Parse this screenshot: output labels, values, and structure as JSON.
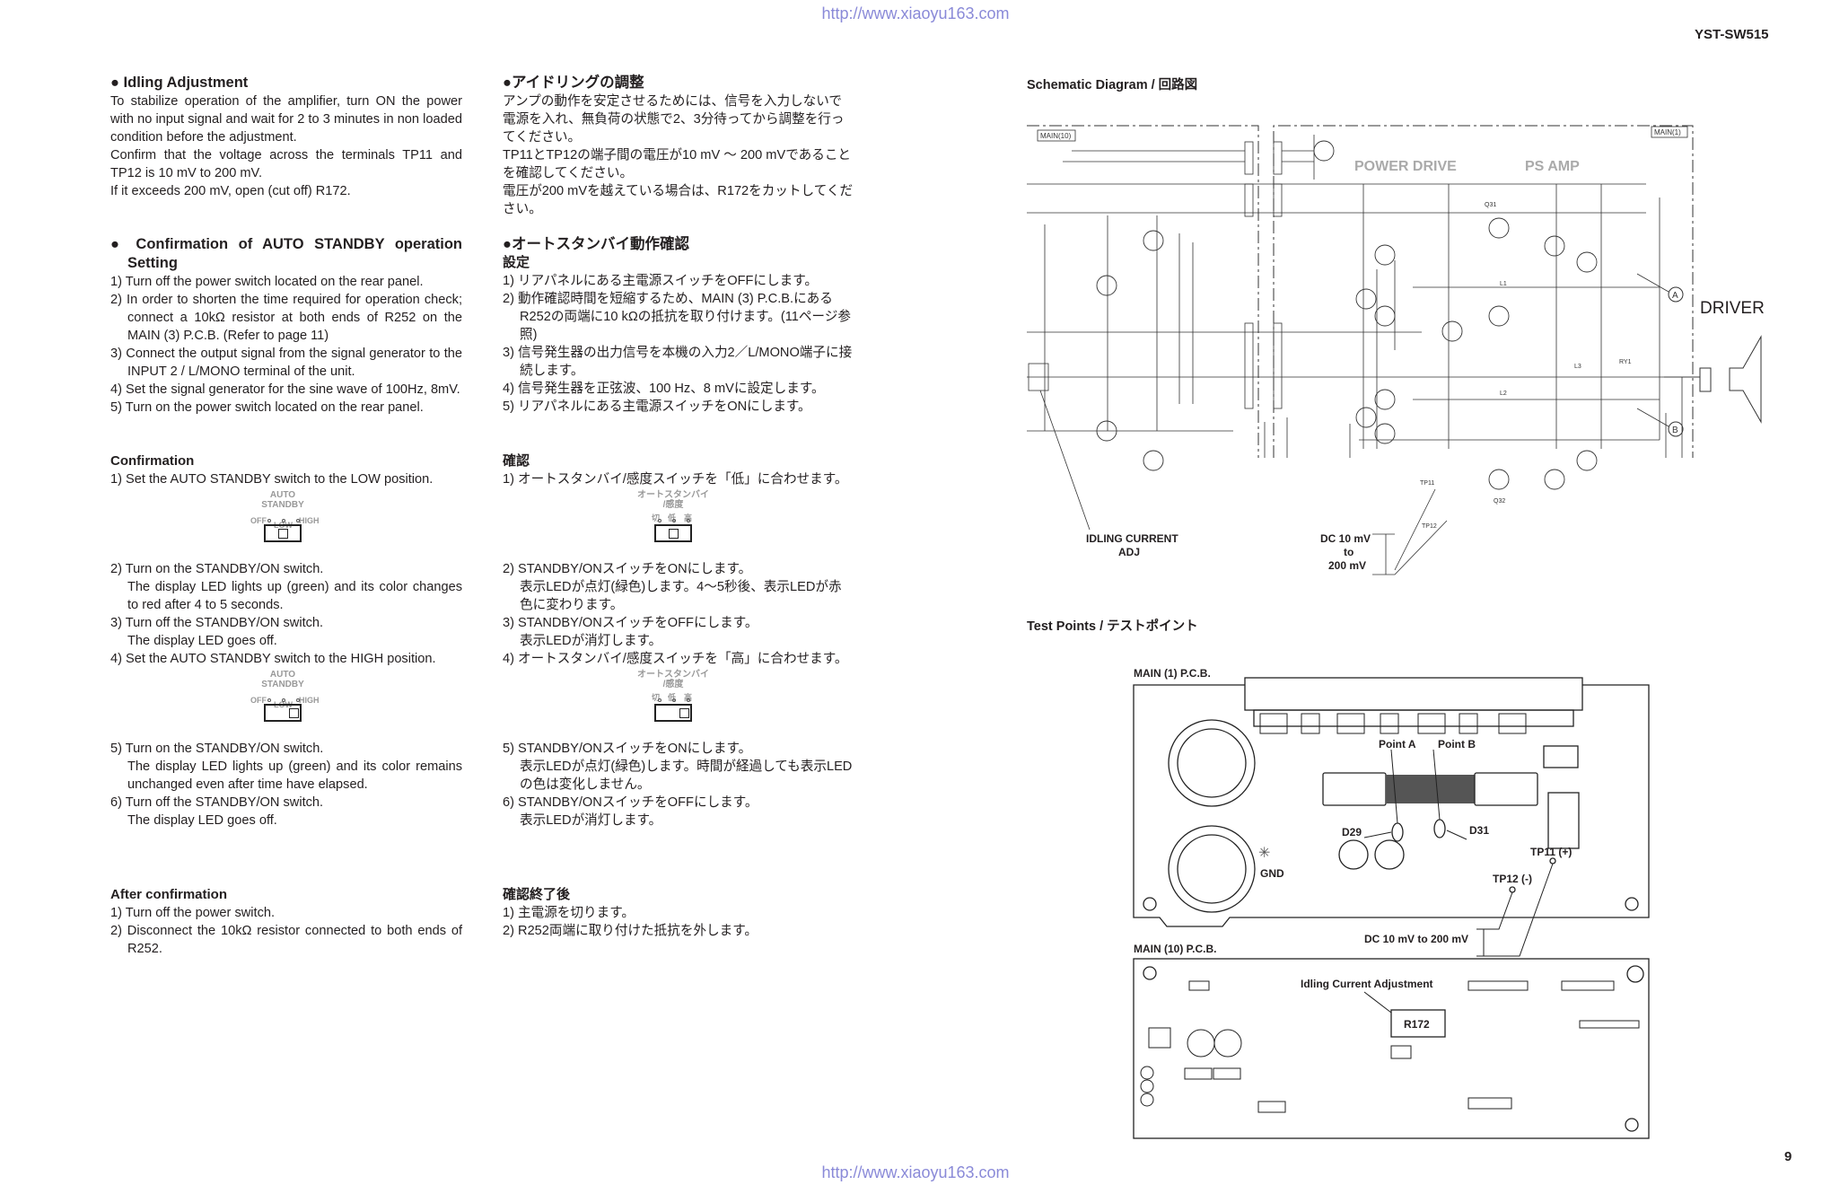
{
  "header": {
    "url": "http://www.xiaoyu163.com",
    "model": "YST-SW515"
  },
  "footer": {
    "url": "http://www.xiaoyu163.com",
    "page_number": "9"
  },
  "en": {
    "idling": {
      "title": "● Idling Adjustment",
      "body": [
        "To stabilize operation of the amplifier, turn ON the power with no input signal and wait for 2 to 3 minutes in non loaded condition before the adjustment.",
        "Confirm that the voltage across the terminals TP11 and TP12 is 10 mV to 200 mV.",
        "If it exceeds 200 mV, open (cut off) R172."
      ]
    },
    "standby": {
      "title": "● Confirmation of AUTO STANDBY operation Setting",
      "steps": [
        "1) Turn off the power switch located on the rear panel.",
        "2) In order to shorten the time required for operation check; connect a 10kΩ resistor at both ends of R252 on the MAIN (3) P.C.B. (Refer to page 11)",
        "3) Connect the output signal from the signal generator to the INPUT 2 / L/MONO terminal of the unit.",
        "4) Set the signal generator for the sine wave of 100Hz, 8mV.",
        "5) Turn on the power switch located on the rear panel."
      ]
    },
    "confirmation": {
      "title": "Confirmation",
      "s1": "1) Set the AUTO STANDBY switch to the LOW position.",
      "s2": "2) Turn on the STANDBY/ON switch.",
      "s2b": "The display LED lights up (green) and its color changes to red after 4 to 5 seconds.",
      "s3": "3) Turn off the STANDBY/ON switch.",
      "s3b": "The display LED goes off.",
      "s4": "4) Set the AUTO STANDBY switch to the HIGH position.",
      "s5": "5) Turn on the STANDBY/ON switch.",
      "s5b": "The display LED lights up (green) and its color remains unchanged even after time have elapsed.",
      "s6": "6) Turn off the STANDBY/ON switch.",
      "s6b": "The display LED goes off."
    },
    "switch": {
      "title1": "AUTO",
      "title2": "STANDBY",
      "off": "OFF",
      "low": "LOW",
      "high": "HIGH"
    },
    "after": {
      "title": "After confirmation",
      "steps": [
        "1) Turn off the power switch.",
        "2) Disconnect the 10kΩ resistor connected to both ends of R252."
      ]
    }
  },
  "ja": {
    "idling": {
      "title": "●アイドリングの調整",
      "body": [
        "アンプの動作を安定させるためには、信号を入力しないで電源を入れ、無負荷の状態で2、3分待ってから調整を行ってください。",
        "TP11とTP12の端子間の電圧が10 mV ～ 200 mVであることを確認してください。",
        "電圧が200 mVを越えている場合は、R172をカットしてください。"
      ]
    },
    "standby": {
      "title": "●オートスタンバイ動作確認",
      "subtitle": "設定",
      "steps": [
        "1) リアパネルにある主電源スイッチをOFFにします。",
        "2) 動作確認時間を短縮するため、MAIN (3) P.C.B.にあるR252の両端に10 kΩの抵抗を取り付けます。(11ページ参照)",
        "3) 信号発生器の出力信号を本機の入力2／L/MONO端子に接続します。",
        "4) 信号発生器を正弦波、100 Hz、8 mVに設定します。",
        "5) リアパネルにある主電源スイッチをONにします。"
      ]
    },
    "confirmation": {
      "title": "確認",
      "s1": "1) オートスタンバイ/感度スイッチを「低」に合わせます。",
      "s2": "2) STANDBY/ONスイッチをONにします。",
      "s2b": "表示LEDが点灯(緑色)します。4～5秒後、表示LEDが赤色に変わります。",
      "s3": "3) STANDBY/ONスイッチをOFFにします。",
      "s3b": "表示LEDが消灯します。",
      "s4": "4) オートスタンバイ/感度スイッチを「高」に合わせます。",
      "s5": "5) STANDBY/ONスイッチをONにします。",
      "s5b": "表示LEDが点灯(緑色)します。時間が経過しても表示LEDの色は変化しません。",
      "s6": "6) STANDBY/ONスイッチをOFFにします。",
      "s6b": "表示LEDが消灯します。"
    },
    "switch": {
      "title1": "オートスタンバイ",
      "title2": "/感度",
      "off": "切",
      "low": "低",
      "high": "高"
    },
    "after": {
      "title": "確認終了後",
      "steps": [
        "1) 主電源を切ります。",
        "2) R252両端に取り付けた抵抗を外します。"
      ]
    }
  },
  "schematic": {
    "title": "Schematic Diagram / 回路図",
    "main10": "MAIN(10)",
    "main1": "MAIN(1)",
    "power_drive": "POWER DRIVE",
    "ps_amp": "PS AMP",
    "point_a": "A",
    "point_b": "B",
    "driver": "DRIVER",
    "idling_adj_1": "IDLING CURRENT",
    "idling_adj_2": "ADJ",
    "dc_1": "DC 10 mV",
    "dc_2": "to",
    "dc_3": "200 mV",
    "tp11": "TP11",
    "tp12": "TP12",
    "q31": "Q31",
    "q32": "Q32",
    "ry1": "RY1",
    "l1": "L1",
    "l2": "L2",
    "l3": "L3"
  },
  "testpoints": {
    "title": "Test Points / テストポイント",
    "main1": "MAIN (1) P.C.B.",
    "main10": "MAIN (10) P.C.B.",
    "point_a": "Point A",
    "point_b": "Point B",
    "d29": "D29",
    "d31": "D31",
    "gnd": "GND",
    "tp11": "TP11 (+)",
    "tp12": "TP12 (-)",
    "dc": "DC 10 mV to 200 mV",
    "idling": "Idling Current Adjustment",
    "r172": "R172"
  }
}
